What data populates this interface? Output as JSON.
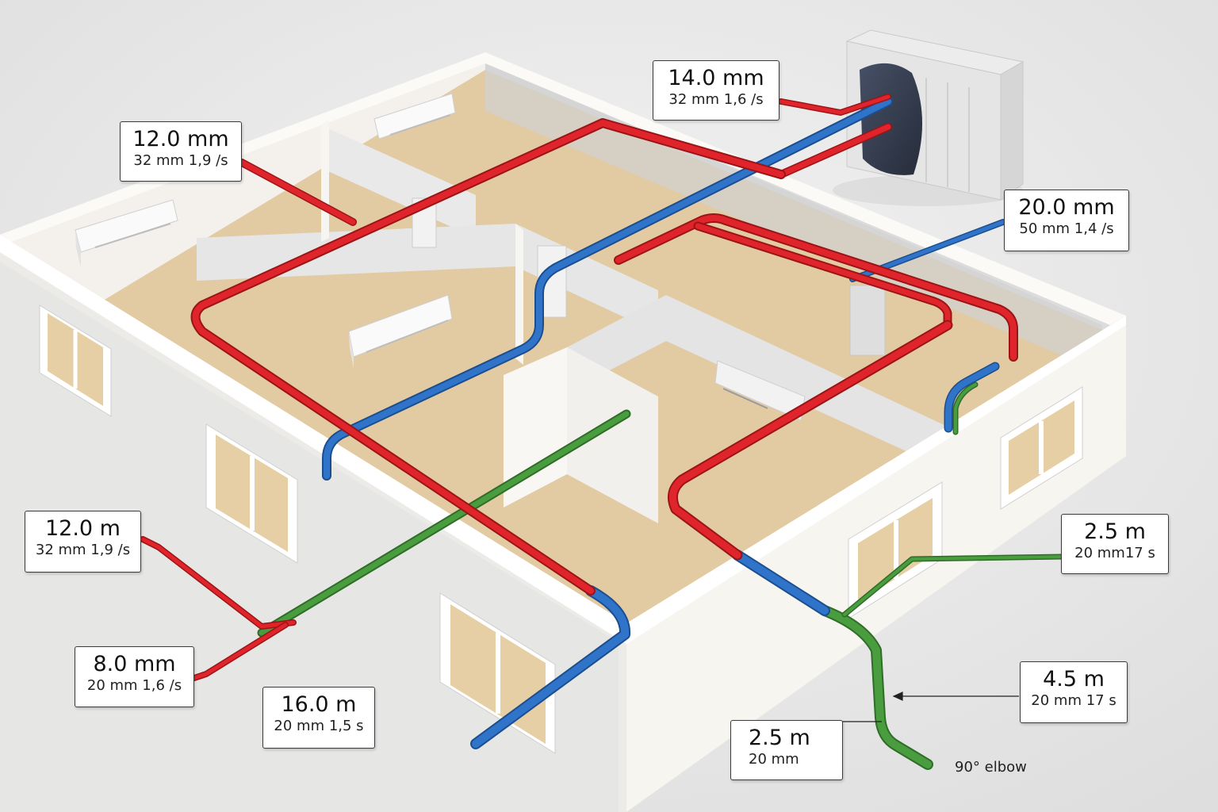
{
  "callouts": {
    "supply_14mm": {
      "main": "14.0 mm",
      "sub": "32 mm 1,6 /s"
    },
    "supply_12mm": {
      "main": "12.0 mm",
      "sub": "32 mm 1,9 /s"
    },
    "return_20mm": {
      "main": "20.0 mm",
      "sub": "50 mm 1,4 /s"
    },
    "run_12m": {
      "main": "12.0 m",
      "sub": "32 mm 1,9 /s"
    },
    "run_8mm": {
      "main": "8.0 mm",
      "sub": "20 mm 1,6 /s"
    },
    "run_16m": {
      "main": "16.0 m",
      "sub": "20 mm 1,5 s"
    },
    "drain_2_5m_a": {
      "main": "2.5 m",
      "sub": "20 mm17 s"
    },
    "drain_4_5m": {
      "main": "4.5 m",
      "sub": "20 mm 17 s"
    },
    "drain_2_5m_b": {
      "main": "2.5 m",
      "sub": "20 mm"
    }
  },
  "annotations": {
    "elbow": "90° elbow"
  },
  "colors": {
    "supply_pipe": "#e0242b",
    "return_pipe": "#2f74c9",
    "drain_pipe": "#4a9d3e",
    "floor": "#e2caa2",
    "wall": "#f5f3ef",
    "background": "#ebebeb"
  },
  "icons": [
    "outdoor-condenser-unit-icon",
    "wall-mounted-ac-unit-icon",
    "window-icon",
    "door-icon"
  ]
}
